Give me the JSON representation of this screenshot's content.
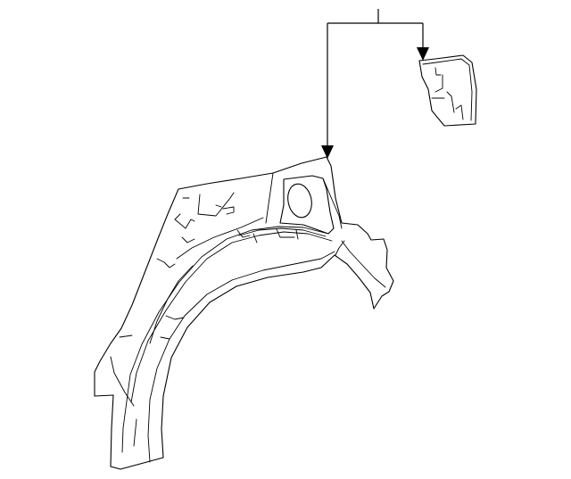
{
  "diagram": {
    "colors": {
      "background": "#ffffff",
      "line": "#000000"
    },
    "parts": [
      {
        "id": "wheelhouse-inner-panel",
        "shape": "arched wheelhouse panel"
      },
      {
        "id": "small-bracket",
        "shape": "small bracket"
      }
    ],
    "leader": {
      "points_to": [
        "wheelhouse-inner-panel",
        "small-bracket"
      ]
    }
  }
}
